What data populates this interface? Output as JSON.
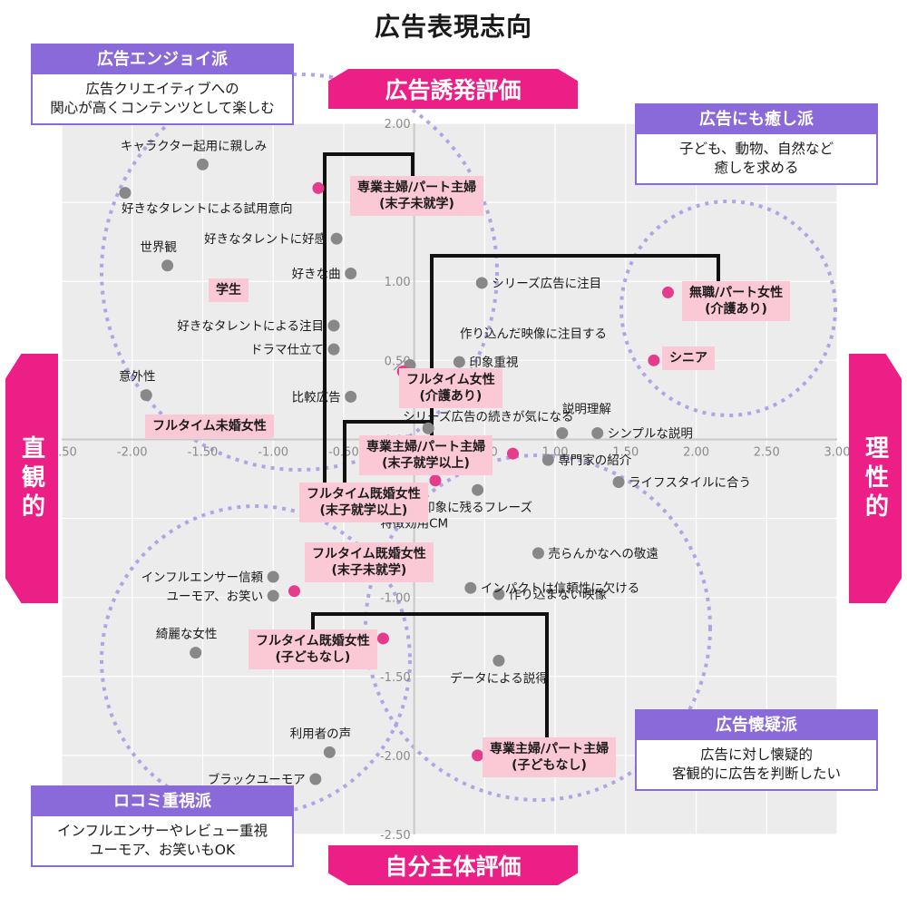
{
  "title": "広告表現志向",
  "axes": {
    "top": "広告誘発評価",
    "bottom": "自分主体評価",
    "left": "直観的",
    "right": "理性的"
  },
  "groups": [
    {
      "key": "enjoy",
      "header": "広告エンジョイ派",
      "desc": [
        "広告クリエイティブへの",
        "関心が高くコンテンツとして楽しむ"
      ]
    },
    {
      "key": "healing",
      "header": "広告にも癒し派",
      "desc": [
        "子ども、動物、自然など",
        "癒しを求める"
      ]
    },
    {
      "key": "reviews",
      "header": "ロコミ重視派",
      "desc": [
        "インフルエンサーやレビュー重視",
        "ユーモア、お笑いもOK"
      ]
    },
    {
      "key": "skeptic",
      "header": "広告懐疑派",
      "desc": [
        "広告に対し懐疑的",
        "客観的に広告を判断したい"
      ]
    }
  ],
  "chart_data": {
    "type": "scatter",
    "xlim": [
      -2.5,
      3.0
    ],
    "ylim": [
      -2.5,
      2.0
    ],
    "x_ticks": [
      "-2.50",
      "-2.00",
      "-1.50",
      "-1.00",
      "-0.50",
      "0.00",
      "0.50",
      "1.00",
      "1.50",
      "2.00",
      "2.50",
      "3.00"
    ],
    "y_ticks": [
      "2.00",
      "1.50",
      "1.00",
      "0.50",
      "0.00",
      "-0.50",
      "-1.00",
      "-1.50",
      "-2.00",
      "-2.50"
    ],
    "grid": true,
    "colors": {
      "attribute": "#888888",
      "segment": "#e63c8c",
      "group": "#8a6ad8",
      "axis": "#ec1f86",
      "segment_label_bg": "#fbc9d6"
    },
    "attributes": [
      {
        "label": "キャラクター起用に親しみ",
        "x": -1.5,
        "y": 1.74
      },
      {
        "label": "好きなタレントによる試用意向",
        "x": -2.05,
        "y": 1.56
      },
      {
        "label": "世界観",
        "x": -1.75,
        "y": 1.1
      },
      {
        "label": "意外性",
        "x": -1.9,
        "y": 0.28
      },
      {
        "label": "好きなタレントに好感",
        "x": -0.55,
        "y": 1.27
      },
      {
        "label": "好きな曲",
        "x": -0.45,
        "y": 1.05
      },
      {
        "label": "好きなタレントによる注目",
        "x": -0.57,
        "y": 0.72
      },
      {
        "label": "ドラマ仕立て",
        "x": -0.57,
        "y": 0.57
      },
      {
        "label": "作り込んだ映像に注目する",
        "x": -0.03,
        "y": 0.47
      },
      {
        "label": "印象重視",
        "x": 0.32,
        "y": 0.49
      },
      {
        "label": "比較広告",
        "x": -0.45,
        "y": 0.27
      },
      {
        "label": "シリーズ広告に注目",
        "x": 0.48,
        "y": 0.99
      },
      {
        "label": "シリーズ広告の続きが気になる",
        "x": 0.1,
        "y": 0.07
      },
      {
        "label": "説明理解",
        "x": 1.05,
        "y": 0.04
      },
      {
        "label": "シンプルな説明",
        "x": 1.3,
        "y": 0.04
      },
      {
        "label": "専門家の紹介",
        "x": 0.95,
        "y": -0.13
      },
      {
        "label": "ライフスタイルに合う",
        "x": 1.45,
        "y": -0.27
      },
      {
        "label": "印象に残るフレーズ",
        "x": 0.45,
        "y": -0.32
      },
      {
        "label": "特徴効用CM",
        "x": 0.0,
        "y": -0.42
      },
      {
        "label": "売らんかなへの敬遠",
        "x": 0.88,
        "y": -0.72
      },
      {
        "label": "インパクトは信頼性に欠ける",
        "x": 0.4,
        "y": -0.94
      },
      {
        "label": "作り込まない映像",
        "x": 0.6,
        "y": -0.98
      },
      {
        "label": "インフルエンサー信頼",
        "x": -1.0,
        "y": -0.87
      },
      {
        "label": "ユーモア、お笑い",
        "x": -1.0,
        "y": -0.99
      },
      {
        "label": "綺麗な女性",
        "x": -1.55,
        "y": -1.35
      },
      {
        "label": "データによる説得",
        "x": 0.6,
        "y": -1.4
      },
      {
        "label": "利用者の声",
        "x": -0.6,
        "y": -1.98
      },
      {
        "label": "ブラックユーモア",
        "x": -0.7,
        "y": -2.15
      }
    ],
    "segments": [
      {
        "label": [
          "専業主婦/パート主婦",
          "(末子未就学)"
        ],
        "x": -0.68,
        "y": 1.59
      },
      {
        "label": [
          "学生"
        ],
        "x": -1.4,
        "y": 0.94
      },
      {
        "label": [
          "フルタイム女性",
          "(介護あり)"
        ],
        "x": -0.08,
        "y": 0.43
      },
      {
        "label": [
          "フルタイム未婚女性"
        ],
        "x": -1.05,
        "y": 0.1
      },
      {
        "label": [
          "専業主婦/パート主婦",
          "(末子就学以上)"
        ],
        "x": 0.7,
        "y": -0.09
      },
      {
        "label": [
          "フルタイム既婚女性",
          "(末子就学以上)"
        ],
        "x": 0.15,
        "y": -0.26
      },
      {
        "label": [
          "フルタイム既婚女性",
          "(末子未就学)"
        ],
        "x": -0.85,
        "y": -0.96
      },
      {
        "label": [
          "フルタイム既婚女性",
          "(子どもなし)"
        ],
        "x": -0.22,
        "y": -1.26
      },
      {
        "label": [
          "専業主婦/パート主婦",
          "(子どもなし)"
        ],
        "x": 0.45,
        "y": -2.0
      },
      {
        "label": [
          "無職/パート女性",
          "(介護あり)"
        ],
        "x": 1.8,
        "y": 0.93
      },
      {
        "label": [
          "シニア"
        ],
        "x": 1.7,
        "y": 0.5
      }
    ]
  }
}
